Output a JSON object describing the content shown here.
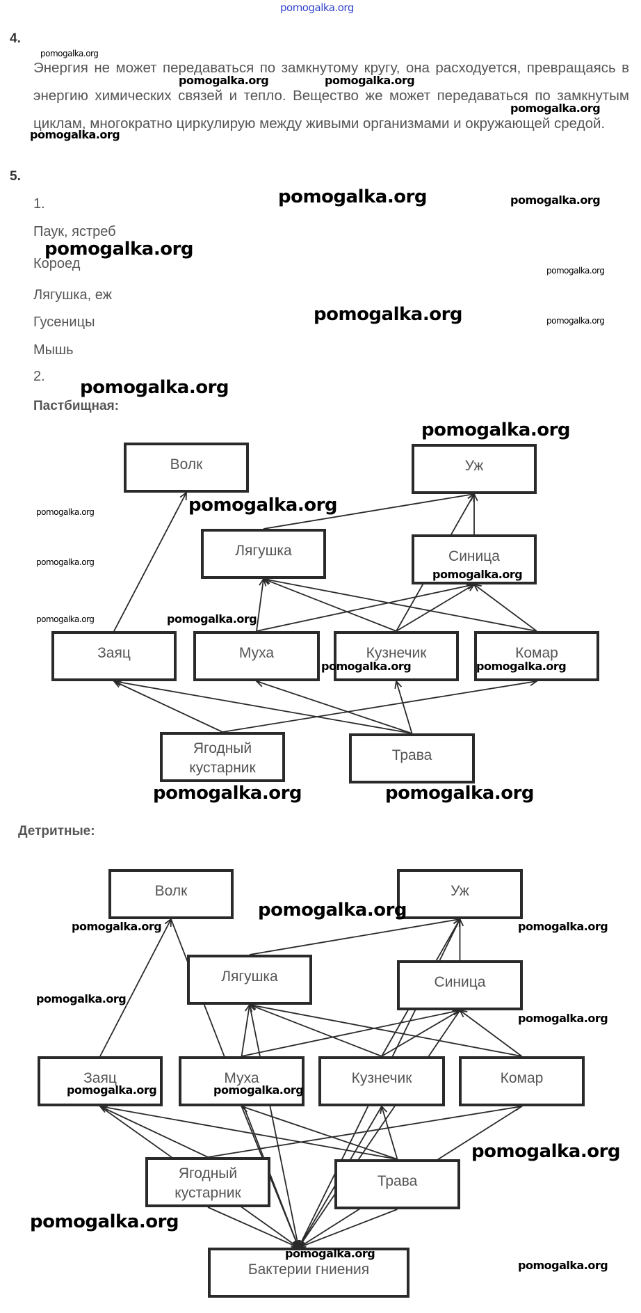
{
  "watermark": "pomogalka.org",
  "colors": {
    "text": "#555555",
    "box_border": "#2a2a2a",
    "top_watermark": "#3344cc"
  },
  "task4": {
    "number": "4.",
    "text": "Энергия не может передаваться по замкнутому кругу, она расходуется, превращаясь в энергию химических связей и тепло. Вещество же может передаваться по замкнутым циклам, многократно циркулирую между живыми организмами и окружающей средой."
  },
  "task5": {
    "number": "5.",
    "part1_label": "1.",
    "items": [
      "Паук, ястреб",
      "Короед",
      "Лягушка, еж",
      "Гусеницы",
      "Мышь"
    ],
    "part2_label": "2."
  },
  "diagrams": [
    {
      "title": "Пастбищная:",
      "nodes": {
        "wolf": "Волк",
        "snake": "Уж",
        "frog": "Лягушка",
        "tit": "Синица",
        "hare": "Заяц",
        "fly": "Муха",
        "grasshopper": "Кузнечик",
        "mosquito": "Комар",
        "berry": "Ягодный\nкустарник",
        "grass": "Трава"
      },
      "edges": [
        [
          "hare",
          "wolf"
        ],
        [
          "frog",
          "snake"
        ],
        [
          "tit",
          "snake"
        ],
        [
          "grasshopper",
          "snake"
        ],
        [
          "fly",
          "frog"
        ],
        [
          "grasshopper",
          "frog"
        ],
        [
          "mosquito",
          "frog"
        ],
        [
          "fly",
          "tit"
        ],
        [
          "grasshopper",
          "tit"
        ],
        [
          "mosquito",
          "tit"
        ],
        [
          "berry",
          "hare"
        ],
        [
          "berry",
          "mosquito"
        ],
        [
          "grass",
          "hare"
        ],
        [
          "grass",
          "fly"
        ],
        [
          "grass",
          "grasshopper"
        ]
      ]
    },
    {
      "title": "Детритные:",
      "nodes": {
        "wolf": "Волк",
        "snake": "Уж",
        "frog": "Лягушка",
        "tit": "Синица",
        "hare": "Заяц",
        "fly": "Муха",
        "grasshopper": "Кузнечик",
        "mosquito": "Комар",
        "berry": "Ягодный\nкустарник",
        "grass": "Трава",
        "bacteria": "Бактерии гниения"
      },
      "edges": [
        [
          "hare",
          "wolf"
        ],
        [
          "frog",
          "snake"
        ],
        [
          "tit",
          "snake"
        ],
        [
          "grasshopper",
          "snake"
        ],
        [
          "fly",
          "frog"
        ],
        [
          "grasshopper",
          "frog"
        ],
        [
          "mosquito",
          "frog"
        ],
        [
          "fly",
          "tit"
        ],
        [
          "grasshopper",
          "tit"
        ],
        [
          "mosquito",
          "tit"
        ],
        [
          "berry",
          "hare"
        ],
        [
          "berry",
          "mosquito"
        ],
        [
          "grass",
          "hare"
        ],
        [
          "grass",
          "fly"
        ],
        [
          "grass",
          "grasshopper"
        ],
        [
          "wolf",
          "bacteria"
        ],
        [
          "snake",
          "bacteria"
        ],
        [
          "frog",
          "bacteria"
        ],
        [
          "tit",
          "bacteria"
        ],
        [
          "hare",
          "bacteria"
        ],
        [
          "fly",
          "bacteria"
        ],
        [
          "grasshopper",
          "bacteria"
        ],
        [
          "mosquito",
          "bacteria"
        ],
        [
          "berry",
          "bacteria"
        ],
        [
          "grass",
          "bacteria"
        ]
      ]
    }
  ]
}
